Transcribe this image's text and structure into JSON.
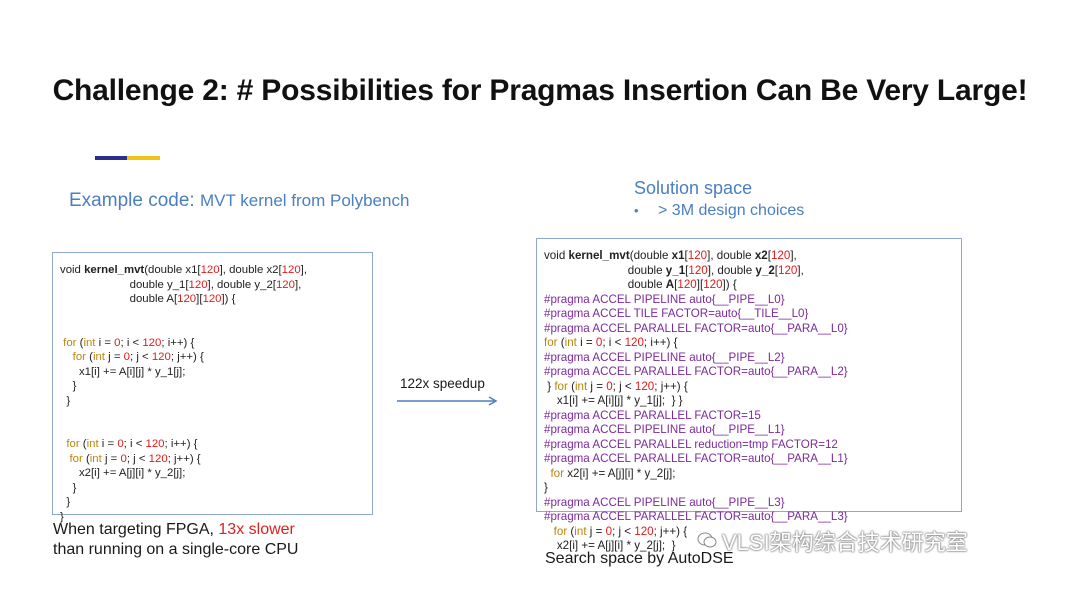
{
  "slide": {
    "title": "Challenge 2: # Possibilities for Pragmas Insertion Can Be Very Large!",
    "accent_colors": [
      "#2b2f8c",
      "#f0c417"
    ]
  },
  "example": {
    "heading": "Example code:",
    "heading_sub": "MVT kernel from Polybench",
    "caption_line1_a": "When targeting FPGA, ",
    "caption_line1_b": "13x slower",
    "caption_line2": "than running on a single-core CPU"
  },
  "solution": {
    "title": "Solution space",
    "bullet": "> 3M design choices",
    "caption": "Search space by AutoDSE"
  },
  "arrow": {
    "label": "122x speedup"
  },
  "left_code": [
    [
      [
        "void ",
        ""
      ],
      [
        "kernel_mvt",
        "b"
      ],
      [
        "(double x1[",
        ""
      ],
      [
        "120",
        "num"
      ],
      [
        "], double x2[",
        ""
      ],
      [
        "120",
        "num"
      ],
      [
        "],",
        ""
      ]
    ],
    [
      [
        "                      double y_1[",
        ""
      ],
      [
        "120",
        "num"
      ],
      [
        "], double y_2[",
        ""
      ],
      [
        "120",
        "num"
      ],
      [
        "],",
        ""
      ]
    ],
    [
      [
        "                      double A[",
        ""
      ],
      [
        "120",
        "num"
      ],
      [
        "][",
        ""
      ],
      [
        "120",
        "num"
      ],
      [
        "]) {",
        ""
      ]
    ],
    [
      [
        "",
        ""
      ]
    ],
    [
      [
        "",
        ""
      ]
    ],
    [
      [
        " ",
        ""
      ],
      [
        "for",
        "kw"
      ],
      [
        " (",
        ""
      ],
      [
        "int",
        "kw"
      ],
      [
        " i = ",
        ""
      ],
      [
        "0",
        "num"
      ],
      [
        "; i < ",
        ""
      ],
      [
        "120",
        "num"
      ],
      [
        "; i++) {",
        ""
      ]
    ],
    [
      [
        "    ",
        ""
      ],
      [
        "for",
        "kw"
      ],
      [
        " (",
        ""
      ],
      [
        "int",
        "kw"
      ],
      [
        " j = ",
        ""
      ],
      [
        "0",
        "num"
      ],
      [
        "; j < ",
        ""
      ],
      [
        "120",
        "num"
      ],
      [
        "; j++) {",
        ""
      ]
    ],
    [
      [
        "      x1[i] += A[i][j] * y_1[j];",
        ""
      ]
    ],
    [
      [
        "    }",
        ""
      ]
    ],
    [
      [
        "  }",
        ""
      ]
    ],
    [
      [
        "",
        ""
      ]
    ],
    [
      [
        "",
        ""
      ]
    ],
    [
      [
        "  ",
        ""
      ],
      [
        "for",
        "kw"
      ],
      [
        " (",
        ""
      ],
      [
        "int",
        "kw"
      ],
      [
        " i = ",
        ""
      ],
      [
        "0",
        "num"
      ],
      [
        "; i < ",
        ""
      ],
      [
        "120",
        "num"
      ],
      [
        "; i++) {",
        ""
      ]
    ],
    [
      [
        "   ",
        ""
      ],
      [
        "for",
        "kw"
      ],
      [
        " (",
        ""
      ],
      [
        "int",
        "kw"
      ],
      [
        " j = ",
        ""
      ],
      [
        "0",
        "num"
      ],
      [
        "; j < ",
        ""
      ],
      [
        "120",
        "num"
      ],
      [
        "; j++) {",
        ""
      ]
    ],
    [
      [
        "      x2[i] += A[j][i] * y_2[j];",
        ""
      ]
    ],
    [
      [
        "    }",
        ""
      ]
    ],
    [
      [
        "  }",
        ""
      ]
    ],
    [
      [
        "}",
        ""
      ]
    ]
  ],
  "right_code": [
    [
      [
        "void ",
        ""
      ],
      [
        "kernel_mvt",
        "b"
      ],
      [
        "(double ",
        ""
      ],
      [
        "x1",
        "b"
      ],
      [
        "[",
        ""
      ],
      [
        "120",
        "num"
      ],
      [
        "], double ",
        ""
      ],
      [
        "x2",
        "b"
      ],
      [
        "[",
        ""
      ],
      [
        "120",
        "num"
      ],
      [
        "],",
        ""
      ]
    ],
    [
      [
        "                          double ",
        ""
      ],
      [
        "y_1",
        "b"
      ],
      [
        "[",
        ""
      ],
      [
        "120",
        "num"
      ],
      [
        "], double ",
        ""
      ],
      [
        "y_2",
        "b"
      ],
      [
        "[",
        ""
      ],
      [
        "120",
        "num"
      ],
      [
        "],",
        ""
      ]
    ],
    [
      [
        "                          double ",
        ""
      ],
      [
        "A",
        "b"
      ],
      [
        "[",
        ""
      ],
      [
        "120",
        "num"
      ],
      [
        "][",
        ""
      ],
      [
        "120",
        "num"
      ],
      [
        "]) {",
        ""
      ]
    ],
    [
      [
        "#pragma ACCEL PIPELINE auto{__PIPE__L0}",
        "pr"
      ]
    ],
    [
      [
        "#pragma ACCEL TILE FACTOR=auto{__TILE__L0}",
        "pr"
      ]
    ],
    [
      [
        "#pragma ACCEL PARALLEL FACTOR=auto{__PARA__L0}",
        "pr"
      ]
    ],
    [
      [
        "for",
        "kw"
      ],
      [
        " (",
        ""
      ],
      [
        "int",
        "kw"
      ],
      [
        " i = ",
        ""
      ],
      [
        "0",
        "num"
      ],
      [
        "; i < ",
        ""
      ],
      [
        "120",
        "num"
      ],
      [
        "; i++) {",
        ""
      ]
    ],
    [
      [
        "#pragma ACCEL PIPELINE auto{__PIPE__L2}",
        "pr"
      ]
    ],
    [
      [
        "#pragma ACCEL PARALLEL FACTOR=auto{__PARA__L2}",
        "pr"
      ]
    ],
    [
      [
        " } ",
        ""
      ],
      [
        "for",
        "kw"
      ],
      [
        " (",
        ""
      ],
      [
        "int",
        "kw"
      ],
      [
        " j = ",
        ""
      ],
      [
        "0",
        "num"
      ],
      [
        "; j < ",
        ""
      ],
      [
        "120",
        "num"
      ],
      [
        "; j++) {",
        ""
      ]
    ],
    [
      [
        "    x1[i] += A[i][j] * y_1[j];  } }",
        ""
      ]
    ],
    [
      [
        "#pragma ACCEL PARALLEL FACTOR=15",
        "pr"
      ]
    ],
    [
      [
        "#pragma ACCEL PIPELINE auto{__PIPE__L1}",
        "pr"
      ]
    ],
    [
      [
        "#pragma ACCEL PARALLEL reduction=tmp FACTOR=12",
        "pr"
      ]
    ],
    [
      [
        "#pragma ACCEL PARALLEL FACTOR=auto{__PARA__L1}",
        "pr"
      ]
    ],
    [
      [
        "  ",
        ""
      ],
      [
        "for",
        "kw"
      ],
      [
        " x2[i] += A[j][i] * y_2[j];",
        ""
      ]
    ],
    [
      [
        "}",
        ""
      ]
    ],
    [
      [
        "#pragma ACCEL PIPELINE auto{__PIPE__L3}",
        "pr"
      ]
    ],
    [
      [
        "#pragma ACCEL PARALLEL FACTOR=auto{__PARA__L3}",
        "pr"
      ]
    ],
    [
      [
        "   ",
        ""
      ],
      [
        "for",
        "kw"
      ],
      [
        " (",
        ""
      ],
      [
        "int",
        "kw"
      ],
      [
        " j = ",
        ""
      ],
      [
        "0",
        "num"
      ],
      [
        "; j < ",
        ""
      ],
      [
        "120",
        "num"
      ],
      [
        "; j++) {",
        ""
      ]
    ],
    [
      [
        "    x2[i] += A[j][i] * y_2[j];  }",
        ""
      ]
    ]
  ],
  "watermark": {
    "text": "VLSI架构综合技术研究室",
    "icon": "wechat-icon"
  }
}
